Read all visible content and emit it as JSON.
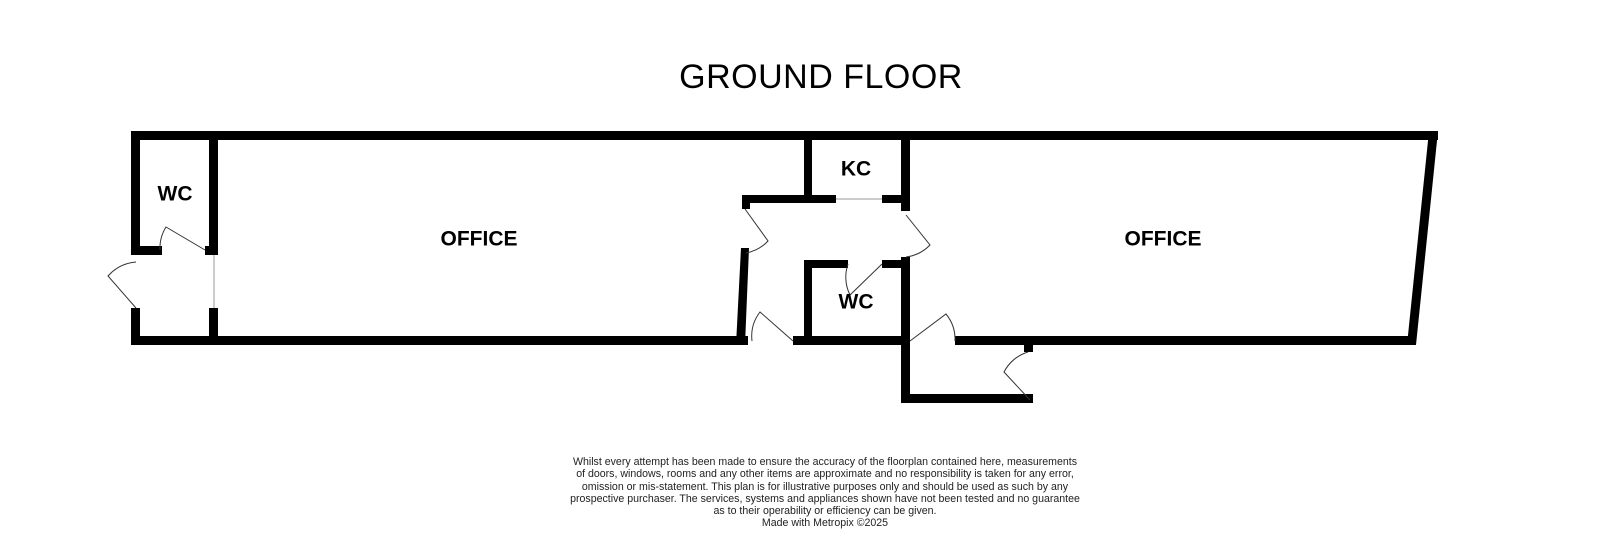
{
  "title": "GROUND FLOOR",
  "rooms": [
    {
      "label": "WC"
    },
    {
      "label": "OFFICE"
    },
    {
      "label": "KC"
    },
    {
      "label": "WC"
    },
    {
      "label": "OFFICE"
    }
  ],
  "disclaimer": [
    "Whilst every attempt has been made to ensure the accuracy of the floorplan contained here, measurements",
    "of doors, windows, rooms and any other items are approximate and no responsibility is taken for any error,",
    "omission or mis-statement. This plan is for illustrative purposes only and should be used as such by any",
    "prospective purchaser. The services, systems and appliances shown have not been tested and no guarantee",
    "as to their operability or efficiency can be given."
  ],
  "credit": "Made with Metropix ©2025"
}
